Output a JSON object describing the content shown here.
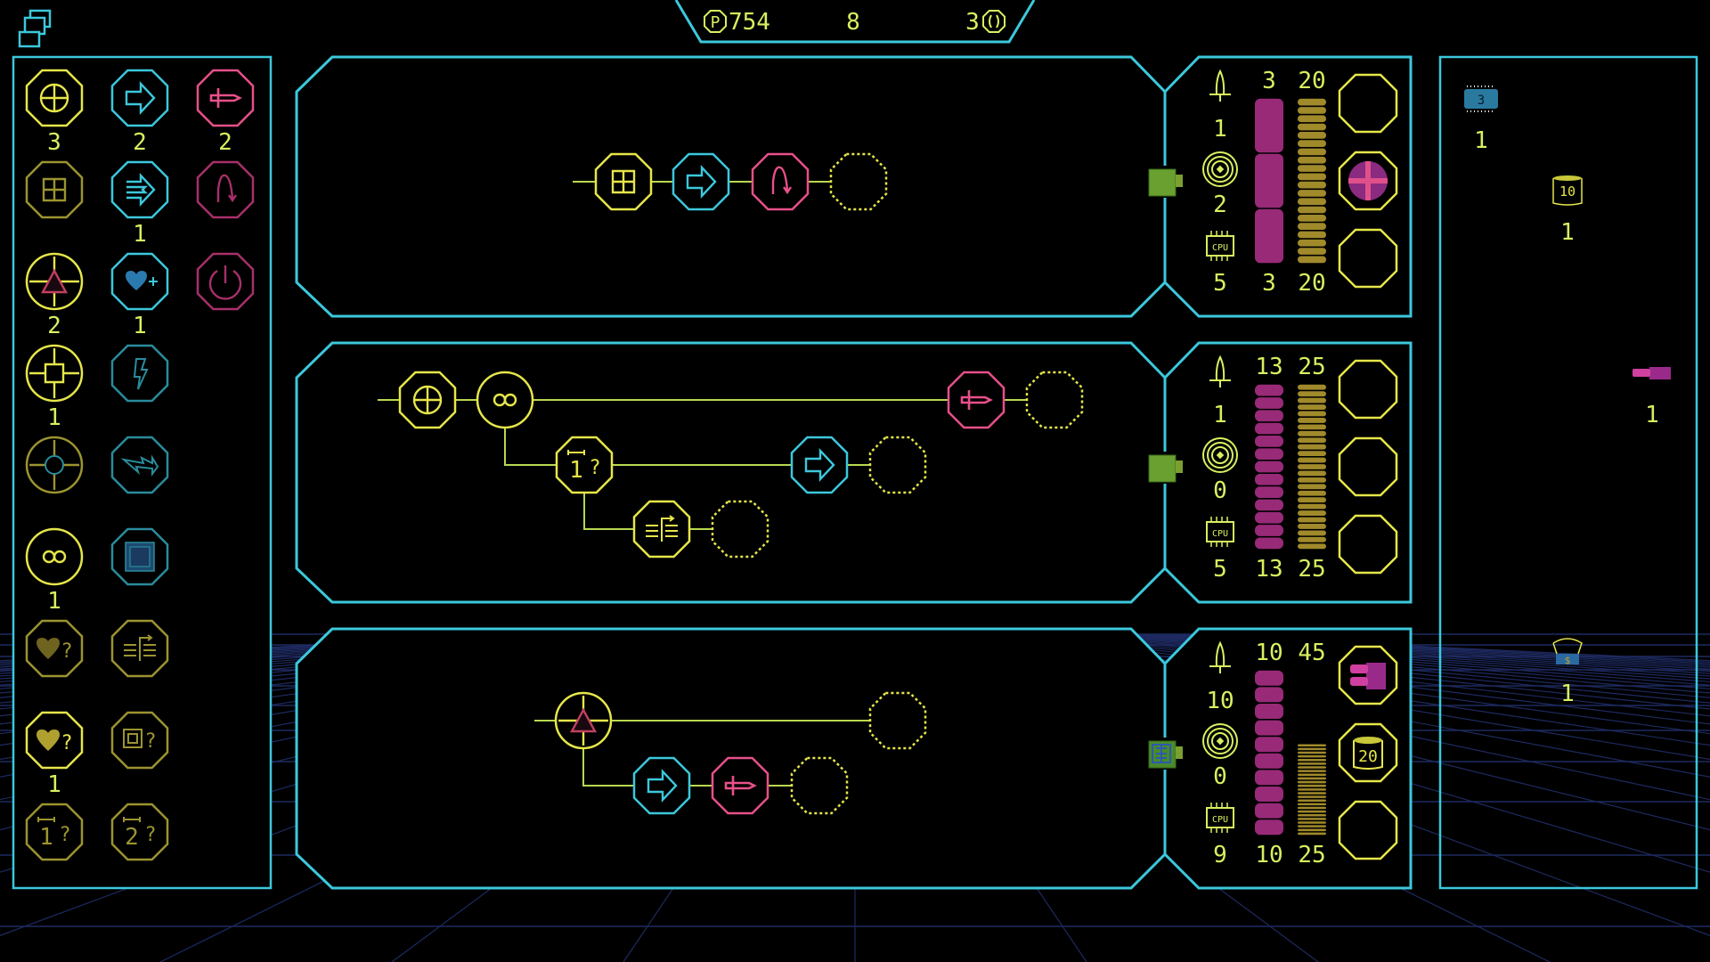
{
  "topbar": {
    "points_icon": "p-coin-icon",
    "points": "754",
    "turn": "8",
    "energy": "3",
    "energy_icon": "bracket-coin-icon"
  },
  "colors": {
    "cyan": "#3cc8dc",
    "dimcyan": "#2a8c9c",
    "yellow": "#e6e64a",
    "dimyellow": "#9c9430",
    "pink": "#e8508a",
    "dimpink": "#a8306a",
    "text": "#d8f060",
    "hp_bar": "#982a78",
    "energy_bar": "#a08a2a",
    "grid": "#1e2a60"
  },
  "palette": [
    {
      "icon": "crosshair",
      "color": "yellow",
      "count": "3"
    },
    {
      "icon": "arrow",
      "color": "cyan",
      "count": "2"
    },
    {
      "icon": "sword",
      "color": "pink",
      "count": "2"
    },
    {
      "icon": "grid",
      "color": "dimyellow",
      "count": null
    },
    {
      "icon": "double-arrow",
      "color": "cyan",
      "count": "1"
    },
    {
      "icon": "jump",
      "color": "dimpink",
      "count": null
    },
    {
      "icon": "target-triangle",
      "color": "yellow",
      "count": "2"
    },
    {
      "icon": "heart-plus",
      "color": "cyan",
      "count": "1"
    },
    {
      "icon": "power",
      "color": "dimpink",
      "count": null
    },
    {
      "icon": "target-square",
      "color": "yellow",
      "count": "1"
    },
    {
      "icon": "bolt",
      "color": "dimcyan",
      "count": null
    },
    {
      "icon": "target-circle",
      "color": "dimyellow",
      "count": null
    },
    {
      "icon": "bolt-arrow",
      "color": "dimcyan",
      "count": null
    },
    {
      "icon": "infinity",
      "color": "yellow",
      "count": "1"
    },
    {
      "icon": "cube",
      "color": "dimcyan",
      "count": null
    },
    {
      "icon": "heart-query",
      "color": "dimyellow",
      "count": null
    },
    {
      "icon": "list-branch",
      "color": "dimyellow",
      "count": null
    },
    {
      "icon": "heart-query",
      "color": "yellow",
      "count": "1"
    },
    {
      "icon": "box-query",
      "color": "dimyellow",
      "count": null
    },
    {
      "icon": "distance-1-query",
      "color": "dimyellow",
      "count": null
    },
    {
      "icon": "distance-2-query",
      "color": "dimyellow",
      "count": null
    }
  ],
  "units": [
    {
      "program": [
        {
          "icon": "grid",
          "color": "yellow"
        },
        {
          "icon": "arrow",
          "color": "cyan"
        },
        {
          "icon": "jump",
          "color": "pink"
        },
        {
          "icon": "empty",
          "color": "yellow"
        }
      ],
      "connector_icon": "green-robot-icon",
      "stats": {
        "attack": "1",
        "range": "2",
        "cpu": "5",
        "hp_max": "3",
        "hp": "3",
        "energy_max": "20",
        "energy": "20",
        "cpu_label": "CPU"
      },
      "slots": [
        "empty",
        "purple-orb",
        "empty"
      ]
    },
    {
      "program": [
        {
          "icon": "crosshair",
          "color": "yellow"
        },
        {
          "icon": "infinity",
          "color": "yellow"
        },
        {
          "icon": "sword",
          "color": "pink"
        },
        {
          "icon": "empty",
          "color": "yellow"
        },
        {
          "icon": "distance-1-query",
          "color": "yellow"
        },
        {
          "icon": "arrow",
          "color": "cyan"
        },
        {
          "icon": "empty",
          "color": "yellow"
        },
        {
          "icon": "list-branch",
          "color": "yellow"
        },
        {
          "icon": "empty",
          "color": "yellow"
        }
      ],
      "connector_icon": "green-robot-icon",
      "stats": {
        "attack": "1",
        "range": "0",
        "cpu": "5",
        "hp_max": "13",
        "hp": "13",
        "energy_max": "25",
        "energy": "25",
        "cpu_label": "CPU"
      },
      "slots": [
        "empty",
        "empty",
        "empty"
      ]
    },
    {
      "program": [
        {
          "icon": "target-triangle",
          "color": "yellow"
        },
        {
          "icon": "empty",
          "color": "yellow"
        },
        {
          "icon": "arrow",
          "color": "cyan"
        },
        {
          "icon": "sword",
          "color": "pink"
        },
        {
          "icon": "empty",
          "color": "yellow"
        }
      ],
      "connector_icon": "circuit-board-icon",
      "stats": {
        "attack": "10",
        "range": "0",
        "cpu": "9",
        "hp_max": "10",
        "hp": "10",
        "energy_max": "45",
        "energy": "25",
        "cpu_label": "CPU"
      },
      "slots": [
        "pink-blaster",
        "battery-20",
        "empty"
      ],
      "battery_label": "20"
    }
  ],
  "inventory": [
    {
      "icon": "chip",
      "label": "3",
      "count": "1"
    },
    {
      "icon": "battery",
      "label": "10",
      "count": "1"
    },
    {
      "icon": "pink-blaster",
      "label": null,
      "count": "1"
    },
    {
      "icon": "shield-basket",
      "label": null,
      "count": "1"
    }
  ]
}
